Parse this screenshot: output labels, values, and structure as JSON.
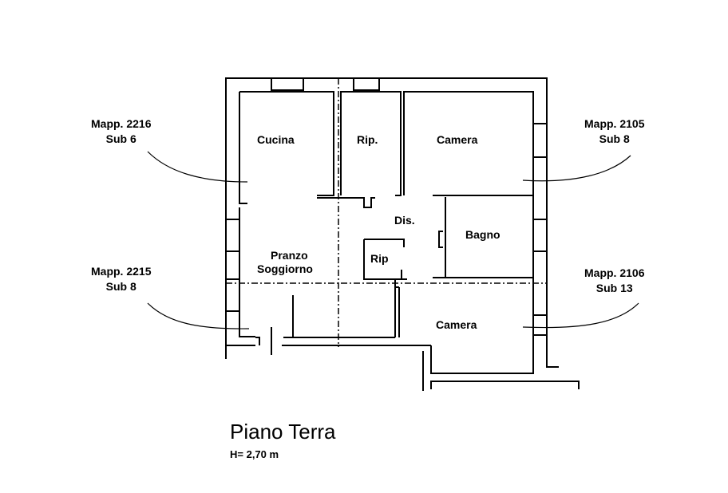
{
  "plan": {
    "title": "Piano Terra",
    "height_note": "H= 2,70 m",
    "rooms": {
      "cucina": "Cucina",
      "rip_top": "Rip.",
      "camera_top": "Camera",
      "dis": "Dis.",
      "bagno": "Bagno",
      "pranzo": "Pranzo",
      "soggiorno": "Soggiorno",
      "rip_small": "Rip",
      "camera_bottom": "Camera"
    },
    "neighbors": [
      {
        "mapp": "Mapp. 2216",
        "sub": "Sub 6"
      },
      {
        "mapp": "Mapp. 2105",
        "sub": "Sub 8"
      },
      {
        "mapp": "Mapp. 2215",
        "sub": "Sub 8"
      },
      {
        "mapp": "Mapp. 2106",
        "sub": "Sub 13"
      }
    ]
  }
}
